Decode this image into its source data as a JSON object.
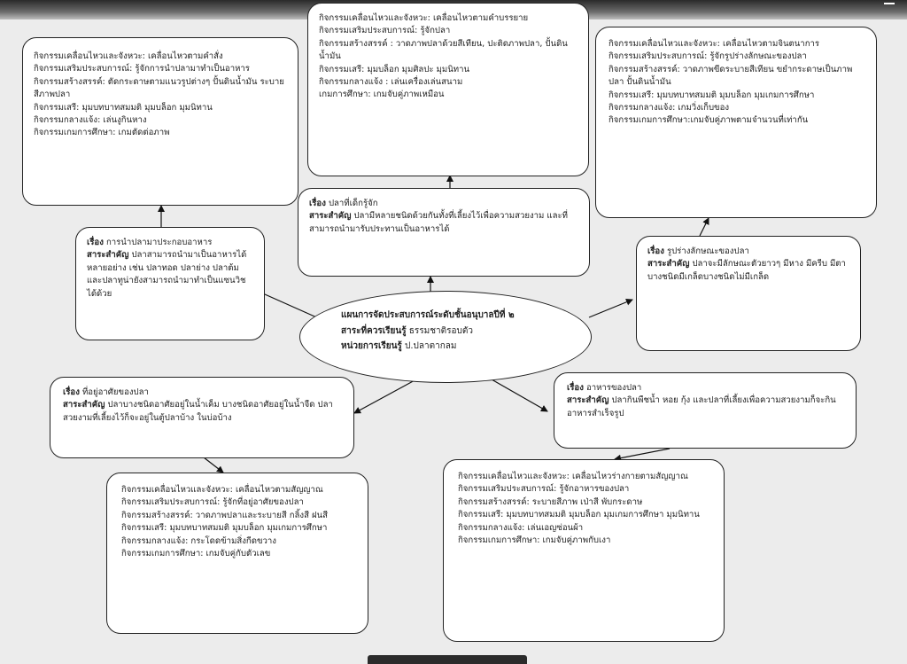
{
  "center": {
    "title": "แผนการจัดประสบการณ์ระดับชั้นอนุบาลปีที่ ๒",
    "standard_label": "สาระที่ควรเรียนรู้",
    "standard_value": " ธรรมชาติรอบตัว",
    "unit_label": "หน่วยการเรียนรู้",
    "unit_value": " ป.ปลาตากลม"
  },
  "topics": {
    "top": {
      "subject_label": "เรื่อง",
      "subject": " ปลาที่เด็กรู้จัก",
      "key_label": "สาระสำคัญ",
      "key": " ปลามีหลายชนิดด้วยกันทั้งที่เลี้ยงไว้เพื่อความสวยงาม และที่สามารถนำมารับประทานเป็นอาหารได้"
    },
    "left": {
      "subject_label": "เรื่อง",
      "subject": " การนำปลามาประกอบอาหาร",
      "key_label": "สาระสำคัญ",
      "key": " ปลาสามารถนำมาเป็นอาหารได้หลายอย่าง เช่น ปลาทอด ปลาย่าง ปลาต้ม และปลาทูน่ายังสามารถนำมาทำเป็นแซนวิชได้ด้วย"
    },
    "right": {
      "subject_label": "เรื่อง",
      "subject": " รูปร่างลักษณะของปลา",
      "key_label": "สาระสำคัญ",
      "key": " ปลาจะมีลักษณะตัวยาวๆ มีหาง มีครีบ มีตา บางชนิดมีเกล็ดบางชนิดไม่มีเกล็ด"
    },
    "bottom_left": {
      "subject_label": "เรื่อง",
      "subject": " ที่อยู่อาศัยของปลา",
      "key_label": "สาระสำคัญ",
      "key": " ปลาบางชนิดอาศัยอยู่ในน้ำเค็ม บางชนิดอาศัยอยู่ในน้ำจืด ปลาสวยงามที่เลี้ยงไว้ก็จะอยู่ในตู้ปลาบ้าง ในบ่อบ้าง"
    },
    "bottom_right": {
      "subject_label": "เรื่อง",
      "subject": " อาหารของปลา",
      "key_label": "สาระสำคัญ",
      "key": " ปลากินพืชน้ำ หอย กุ้ง และปลาที่เลี้ยงเพื่อความสวยงามก็จะกินอาหารสำเร็จรูป"
    }
  },
  "activities": {
    "top": [
      "กิจกรรมเคลื่อนไหวและจังหวะ: เคลื่อนไหวตามคำบรรยาย",
      "กิจกรรมเสริมประสบการณ์: รู้จักปลา",
      "กิจกรรมสร้างสรรค์ : วาดภาพปลาด้วยสีเทียน, ปะติดภาพปลา, ปั้นดินน้ำมัน",
      "กิจกรรมเสรี: มุมบล็อก มุมศิลปะ มุมนิทาน",
      "กิจกรรมกลางแจ้ง : เล่นเครื่องเล่นสนาม",
      "เกมการศึกษา: เกมจับคู่ภาพเหมือน"
    ],
    "left": [
      "กิจกรรมเคลื่อนไหวและจังหวะ: เคลื่อนไหวตามคำสั่ง",
      "กิจกรรมเสริมประสบการณ์: รู้จักการนำปลามาทำเป็นอาหาร",
      "กิจกรรมสร้างสรรค์: ตัดกระดาษตามแนวรูปต่างๆ ปั้นดินน้ำมัน ระบายสีภาพปลา",
      "กิจกรรมเสรี: มุมบทบาทสมมติ มุมบล็อก มุมนิทาน",
      "กิจกรรมกลางแจ้ง: เล่นงูกินหาง",
      "กิจกรรมเกมการศึกษา: เกมตัดต่อภาพ"
    ],
    "right": [
      "กิจกรรมเคลื่อนไหวและจังหวะ: เคลื่อนไหวตามจินตนาการ",
      "กิจกรรมเสริมประสบการณ์: รู้จักรูปร่างลักษณะของปลา",
      "กิจกรรมสร้างสรรค์: วาดภาพขีดระบายสีเทียน ขยำกระดาษเป็นภาพปลา ปั้นดินน้ำมัน",
      "กิจกรรมเสรี: มุมบทบาทสมมติ มุมบล็อก มุมเกมการศึกษา",
      "กิจกรรมกลางแจ้ง: เกมวิ่งเก็บของ",
      "กิจกรรมเกมการศึกษา:เกมจับคู่ภาพตามจำนวนที่เท่ากัน"
    ],
    "bottom_left": [
      "กิจกรรมเคลื่อนไหวและจังหวะ: เคลื่อนไหวตามสัญญาณ",
      "กิจกรรมเสริมประสบการณ์: รู้จักที่อยู่อาศัยของปลา",
      "กิจกรรมสร้างสรรค์: วาดภาพปลาและระบายสี กลิ้งสี ฝนสี",
      "กิจกรรมเสรี: มุมบทบาทสมมติ มุมบล็อก มุมเกมการศึกษา",
      "กิจกรรมกลางแจ้ง: กระโดดข้ามสิ่งกีดขวาง",
      "กิจกรรมเกมการศึกษา: เกมจับคู่กับตัวเลข"
    ],
    "bottom_right": [
      "กิจกรรมเคลื่อนไหวและจังหวะ: เคลื่อนไหวร่างกายตามสัญญาณ",
      "กิจกรรมเสริมประสบการณ์: รู้จักอาหารของปลา",
      "กิจกรรมสร้างสรรค์: ระบายสีภาพ เป่าสี พับกระดาษ",
      "กิจกรรมเสรี: มุมบทบาทสมมติ มุมบล็อก มุมเกมการศึกษา มุมนิทาน",
      "กิจกรรมกลางแจ้ง: เล่นเอญซ่อนผ้า",
      "กิจกรรมเกมการศึกษา: เกมจับคู่ภาพกับเงา"
    ]
  }
}
